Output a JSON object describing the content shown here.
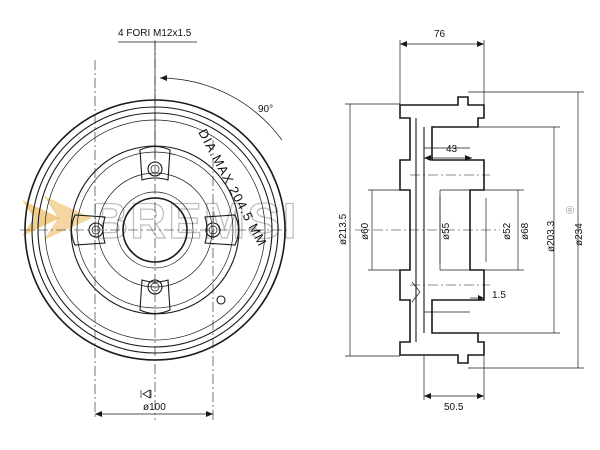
{
  "front_view": {
    "holes_label": "4 FORI M12x1.5",
    "angle_label": "90°",
    "dia_max_label": "DIA.MAX 204.5 MM",
    "pcd_label": "ø100"
  },
  "section_view": {
    "width_label": "76",
    "depth_label": "43",
    "step_label": "1.5",
    "inner_width_label": "50.5",
    "diameters": [
      "ø213.5",
      "ø60",
      "ø55",
      "ø52",
      "ø68",
      "ø203.3",
      "ø234"
    ]
  },
  "watermark": {
    "text": "BREMSI",
    "registered_mark": "®"
  },
  "colors": {
    "line": "#1a1a1a",
    "watermark_fill": "#e6a530",
    "watermark_stroke": "#bfbfbf"
  }
}
